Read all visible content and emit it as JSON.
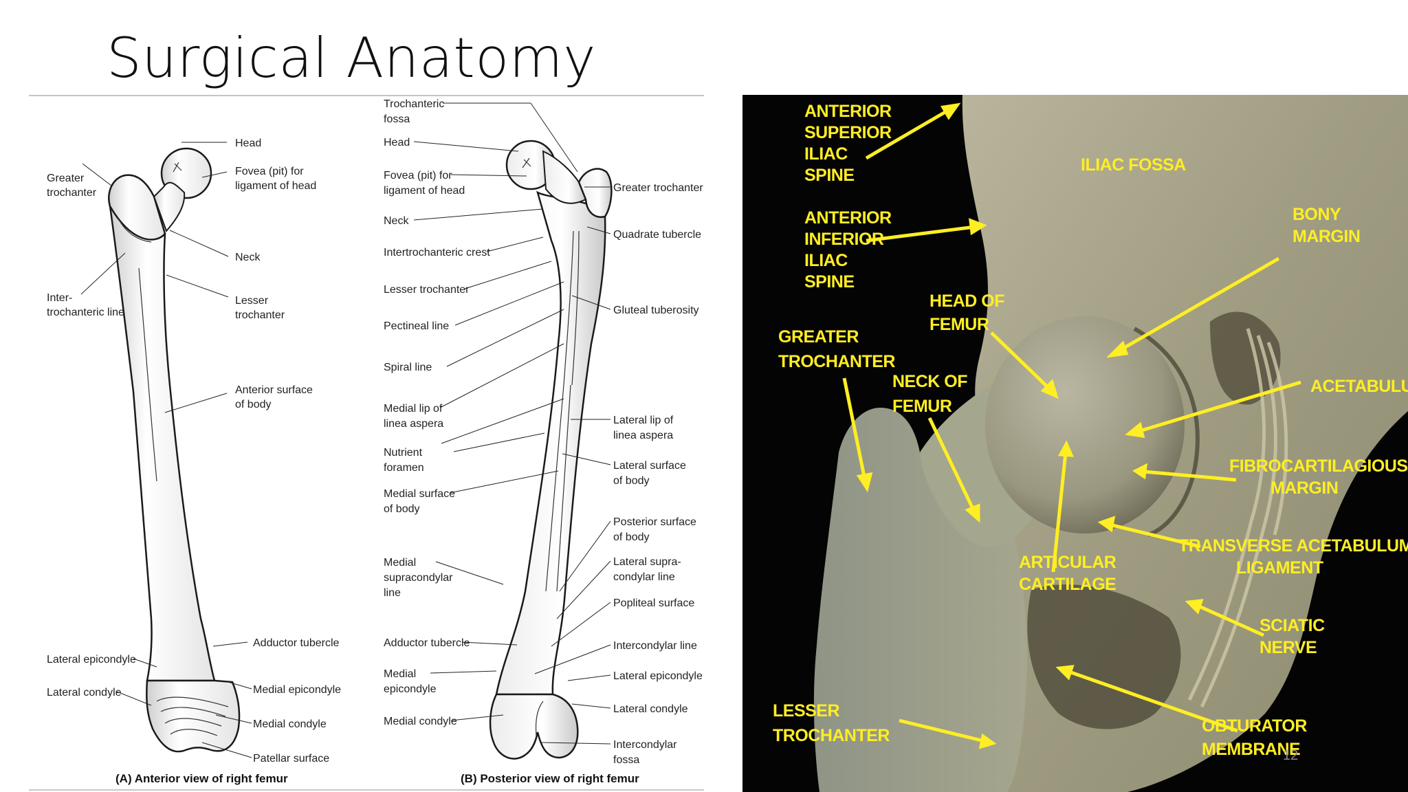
{
  "slide": {
    "title": "Surgical Anatomy",
    "number": "12"
  },
  "figure_a": {
    "caption": "(A) Anterior view of right femur",
    "labels": {
      "head": "Head",
      "fovea_1": "Fovea (pit) for",
      "fovea_2": "ligament of head",
      "greater_troch_1": "Greater",
      "greater_troch_2": "trochanter",
      "neck": "Neck",
      "inter_line_1": "Inter-",
      "inter_line_2": "trochanteric line",
      "lesser_troch_1": "Lesser",
      "lesser_troch_2": "trochanter",
      "anterior_surface_1": "Anterior surface",
      "anterior_surface_2": "of body",
      "adductor_tubercle": "Adductor tubercle",
      "lateral_epicondyle": "Lateral epicondyle",
      "medial_epicondyle": "Medial epicondyle",
      "lateral_condyle": "Lateral condyle",
      "medial_condyle": "Medial condyle",
      "patellar_surface": "Patellar surface"
    }
  },
  "figure_b": {
    "caption": "(B) Posterior view of right femur",
    "labels": {
      "troch_fossa_1": "Trochanteric",
      "troch_fossa_2": "fossa",
      "head": "Head",
      "fovea_1": "Fovea (pit) for",
      "fovea_2": "ligament of head",
      "neck": "Neck",
      "intertroch_crest": "Intertrochanteric crest",
      "lesser_troch": "Lesser trochanter",
      "pectineal_line": "Pectineal line",
      "spiral_line": "Spiral line",
      "medial_lip_1": "Medial lip of",
      "medial_lip_2": "linea aspera",
      "nutrient_1": "Nutrient",
      "nutrient_2": "foramen",
      "medial_surface_1": "Medial surface",
      "medial_surface_2": "of body",
      "medial_supra_1": "Medial",
      "medial_supra_2": "supracondylar",
      "medial_supra_3": "line",
      "adductor_tubercle": "Adductor tubercle",
      "medial_epicondyle_1": "Medial",
      "medial_epicondyle_2": "epicondyle",
      "medial_condyle": "Medial condyle",
      "greater_troch": "Greater trochanter",
      "quadrate_tubercle": "Quadrate tubercle",
      "gluteal_tuberosity": "Gluteal tuberosity",
      "lateral_lip_1": "Lateral lip of",
      "lateral_lip_2": "linea aspera",
      "lateral_surface_1": "Lateral surface",
      "lateral_surface_2": "of body",
      "posterior_surface_1": "Posterior surface",
      "posterior_surface_2": "of body",
      "lateral_supra_1": "Lateral supra-",
      "lateral_supra_2": "condylar line",
      "popliteal_surface": "Popliteal surface",
      "intercondylar_line": "Intercondylar line",
      "lateral_epicondyle": "Lateral epicondyle",
      "lateral_condyle": "Lateral condyle",
      "intercondylar_fossa_1": "Intercondylar",
      "intercondylar_fossa_2": "fossa"
    }
  },
  "photo": {
    "label_color": "#ffee24",
    "labels": {
      "asis_1": "ANTERIOR",
      "asis_2": "SUPERIOR",
      "asis_3": "ILIAC",
      "asis_4": "SPINE",
      "aiis_1": "ANTERIOR",
      "aiis_2": "INFERIOR",
      "aiis_3": "ILIAC",
      "aiis_4": "SPINE",
      "iliac_fossa": "ILIAC FOSSA",
      "bony_margin_1": "BONY",
      "bony_margin_2": "MARGIN",
      "head_of_femur_1": "HEAD OF",
      "head_of_femur_2": "FEMUR",
      "greater_troch_1": "GREATER",
      "greater_troch_2": "TROCHANTER",
      "neck_of_femur_1": "NECK OF",
      "neck_of_femur_2": "FEMUR",
      "acetabulum": "ACETABULUM",
      "fibro_1": "FIBROCARTILAGIOUS",
      "fibro_2": "MARGIN",
      "tal_1": "TRANSVERSE ACETABULUM",
      "tal_2": "LIGAMENT",
      "articular_1": "ARTICULAR",
      "articular_2": "CARTILAGE",
      "sciatic_1": "SCIATIC",
      "sciatic_2": "NERVE",
      "lesser_troch_1": "LESSER",
      "lesser_troch_2": "TROCHANTER",
      "obturator_1": "OBTURATOR",
      "obturator_2": "MEMBRANE"
    }
  }
}
